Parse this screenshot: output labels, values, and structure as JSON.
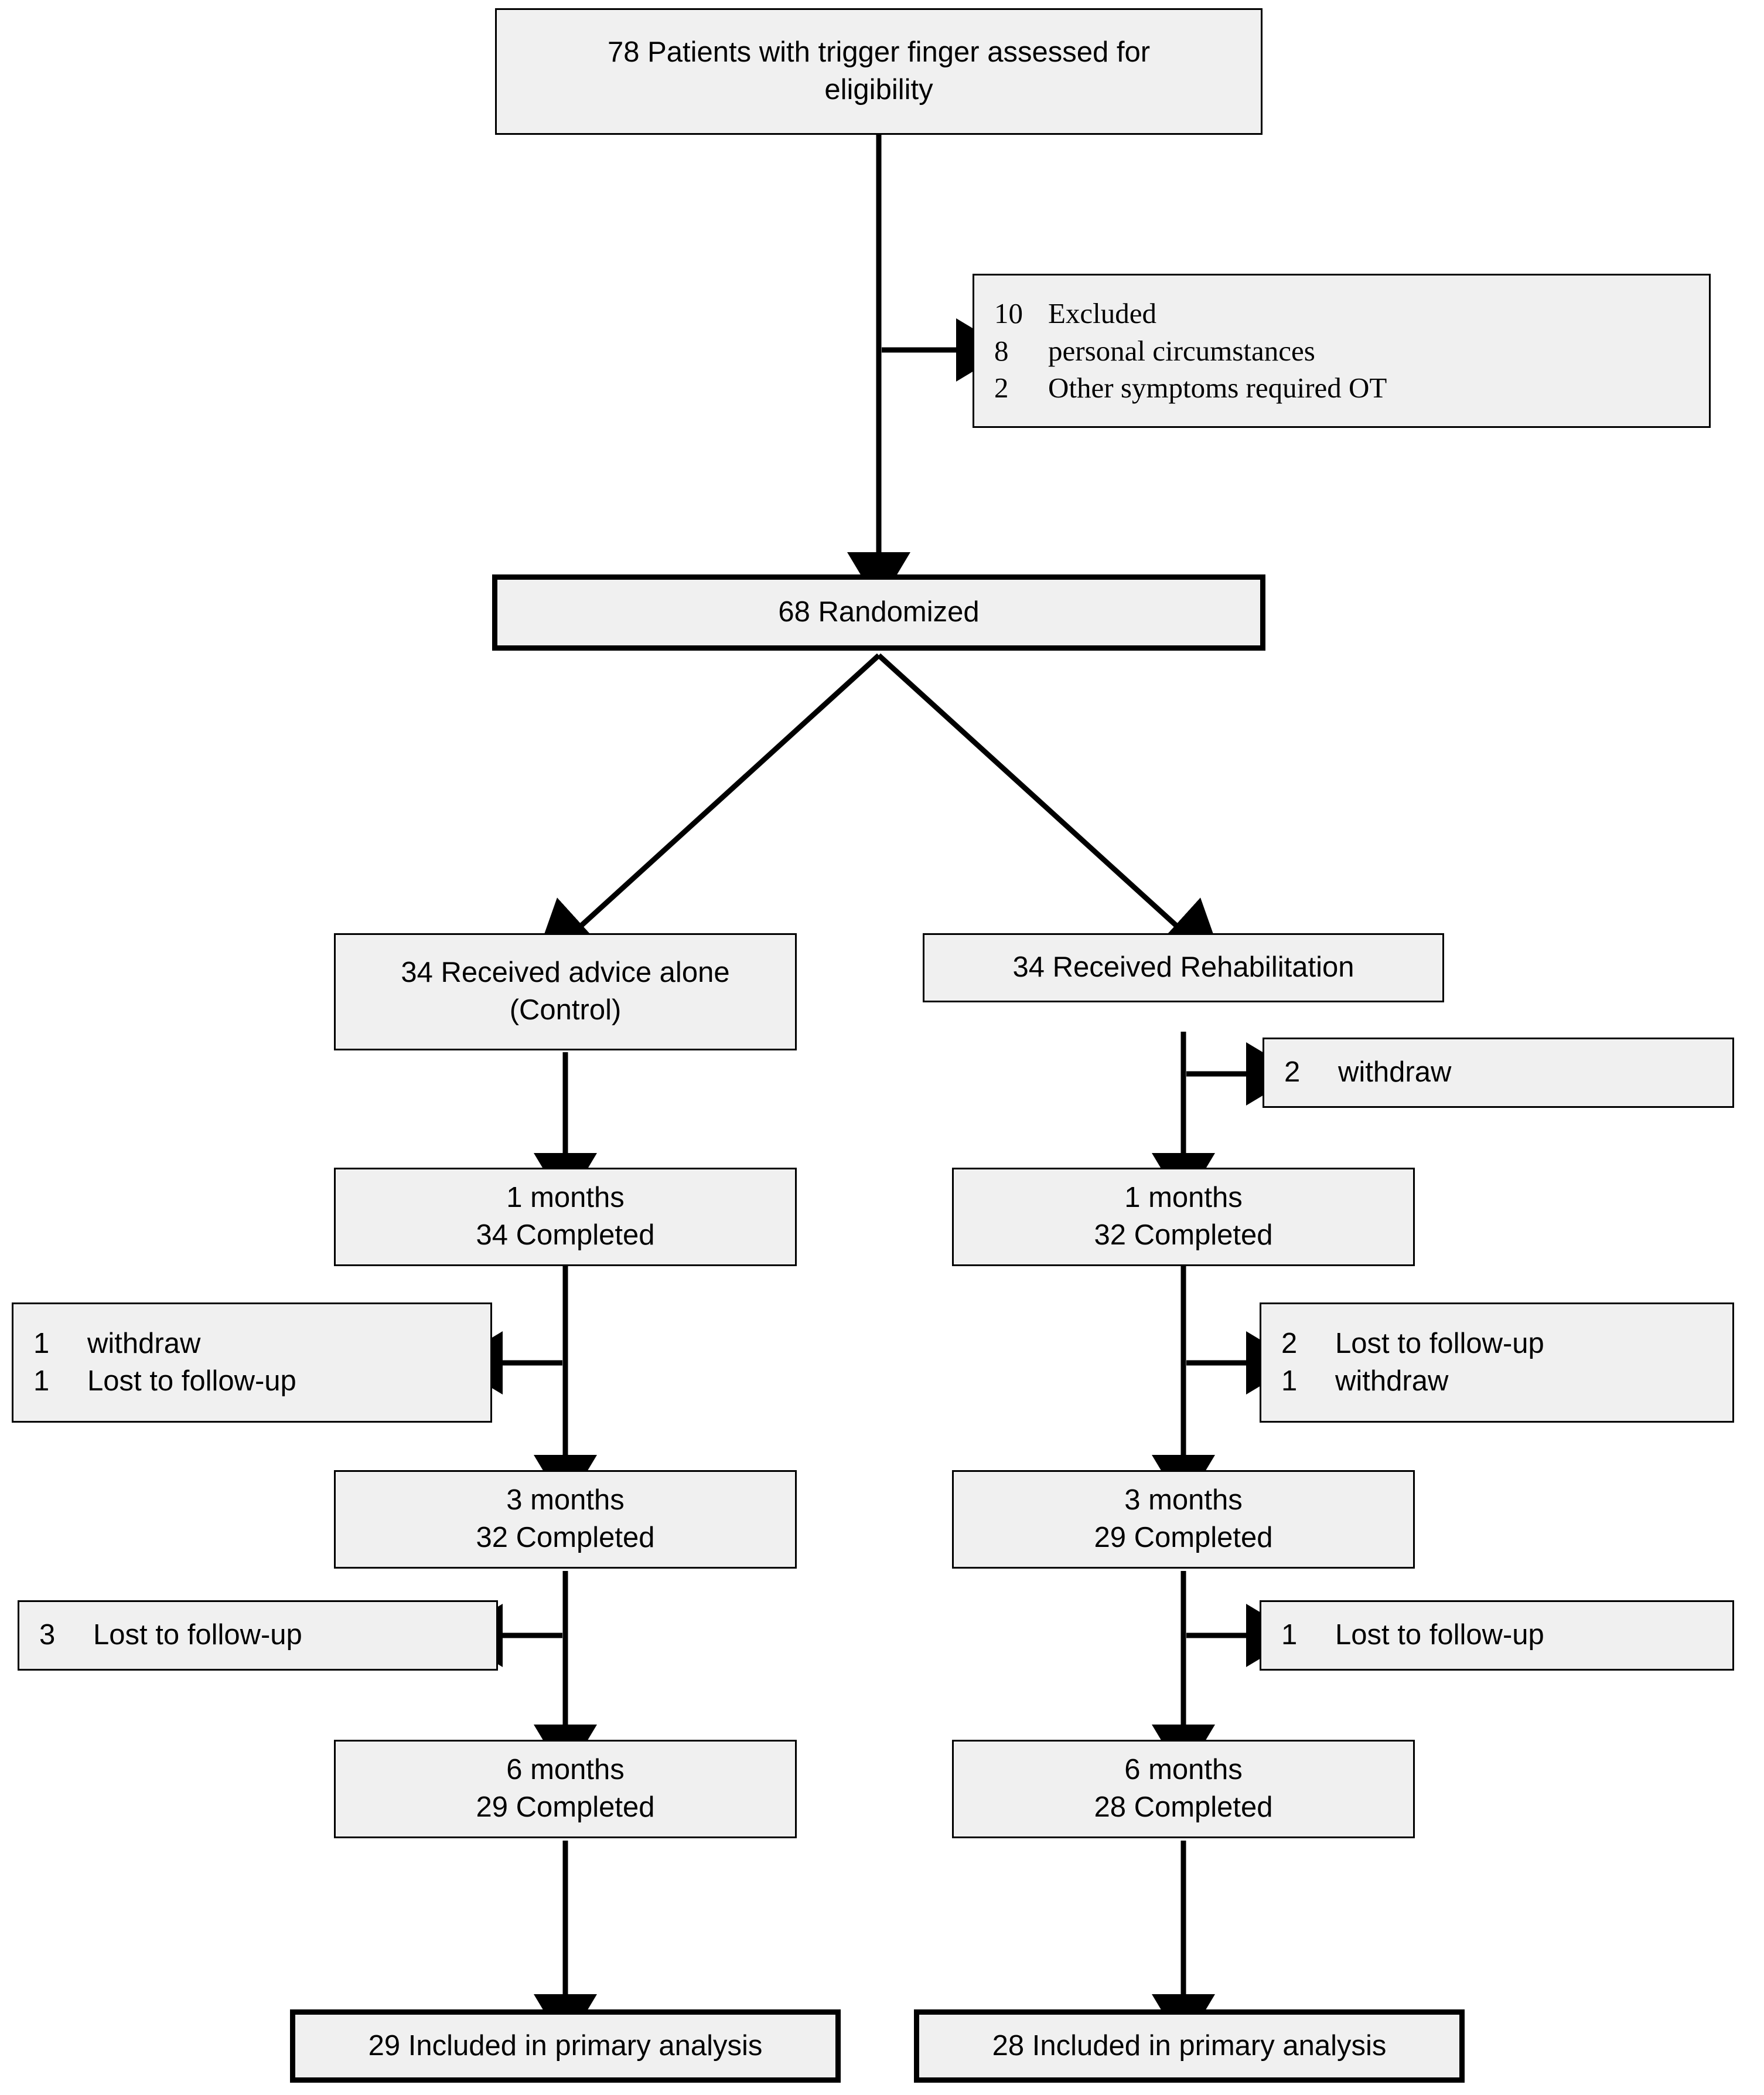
{
  "diagram": {
    "type": "consort-flow-diagram",
    "title": "CONSORT participant flow diagram",
    "fill_color": "#f0f0f0",
    "border_color": "#000000",
    "background_color": "#ffffff"
  },
  "nodes": {
    "enrollment": {
      "line1": "78 Patients with trigger finger assessed for",
      "line2": "eligibility"
    },
    "excluded": {
      "row1_num": "10",
      "row1_text": "Excluded",
      "row2_num": "8",
      "row2_text": "personal circumstances",
      "row3_num": "2",
      "row3_text": "Other symptoms required OT"
    },
    "randomized": {
      "label": "68 Randomized"
    },
    "control_arm": {
      "line1": "34 Received advice alone",
      "line2": "(Control)"
    },
    "rehab_arm": {
      "line1": "34 Received Rehabilitation"
    },
    "rehab_withdraw_0": {
      "row1_num": "2",
      "row1_text": "withdraw"
    },
    "control_1m": {
      "line1": "1 months",
      "line2": "34 Completed"
    },
    "rehab_1m": {
      "line1": "1 months",
      "line2": "32 Completed"
    },
    "control_loss_1m": {
      "row1_num": "1",
      "row1_text": "withdraw",
      "row2_num": "1",
      "row2_text": "Lost to follow-up"
    },
    "rehab_loss_1m": {
      "row1_num": "2",
      "row1_text": "Lost to follow-up",
      "row2_num": "1",
      "row2_text": "withdraw"
    },
    "control_3m": {
      "line1": "3 months",
      "line2": "32 Completed"
    },
    "rehab_3m": {
      "line1": "3 months",
      "line2": "29 Completed"
    },
    "control_loss_3m": {
      "row1_num": "3",
      "row1_text": "Lost to follow-up"
    },
    "rehab_loss_3m": {
      "row1_num": "1",
      "row1_text": "Lost to follow-up"
    },
    "control_6m": {
      "line1": "6 months",
      "line2": "29 Completed"
    },
    "rehab_6m": {
      "line1": "6 months",
      "line2": "28 Completed"
    },
    "control_analysis": {
      "label": "29 Included in primary analysis"
    },
    "rehab_analysis": {
      "label": "28 Included in primary analysis"
    }
  },
  "flow_counts": {
    "assessed": 78,
    "excluded_total": 10,
    "excluded_personal_circumstances": 8,
    "excluded_other_symptoms_ot": 2,
    "randomized": 68,
    "control_allocated": 34,
    "rehab_allocated": 34,
    "rehab_withdraw_before_1m": 2,
    "control_completed_1m": 34,
    "rehab_completed_1m": 32,
    "control_withdraw_after_1m": 1,
    "control_lost_after_1m": 1,
    "rehab_lost_after_1m": 2,
    "rehab_withdraw_after_1m": 1,
    "control_completed_3m": 32,
    "rehab_completed_3m": 29,
    "control_lost_after_3m": 3,
    "rehab_lost_after_3m": 1,
    "control_completed_6m": 29,
    "rehab_completed_6m": 28,
    "control_analyzed": 29,
    "rehab_analyzed": 28
  }
}
